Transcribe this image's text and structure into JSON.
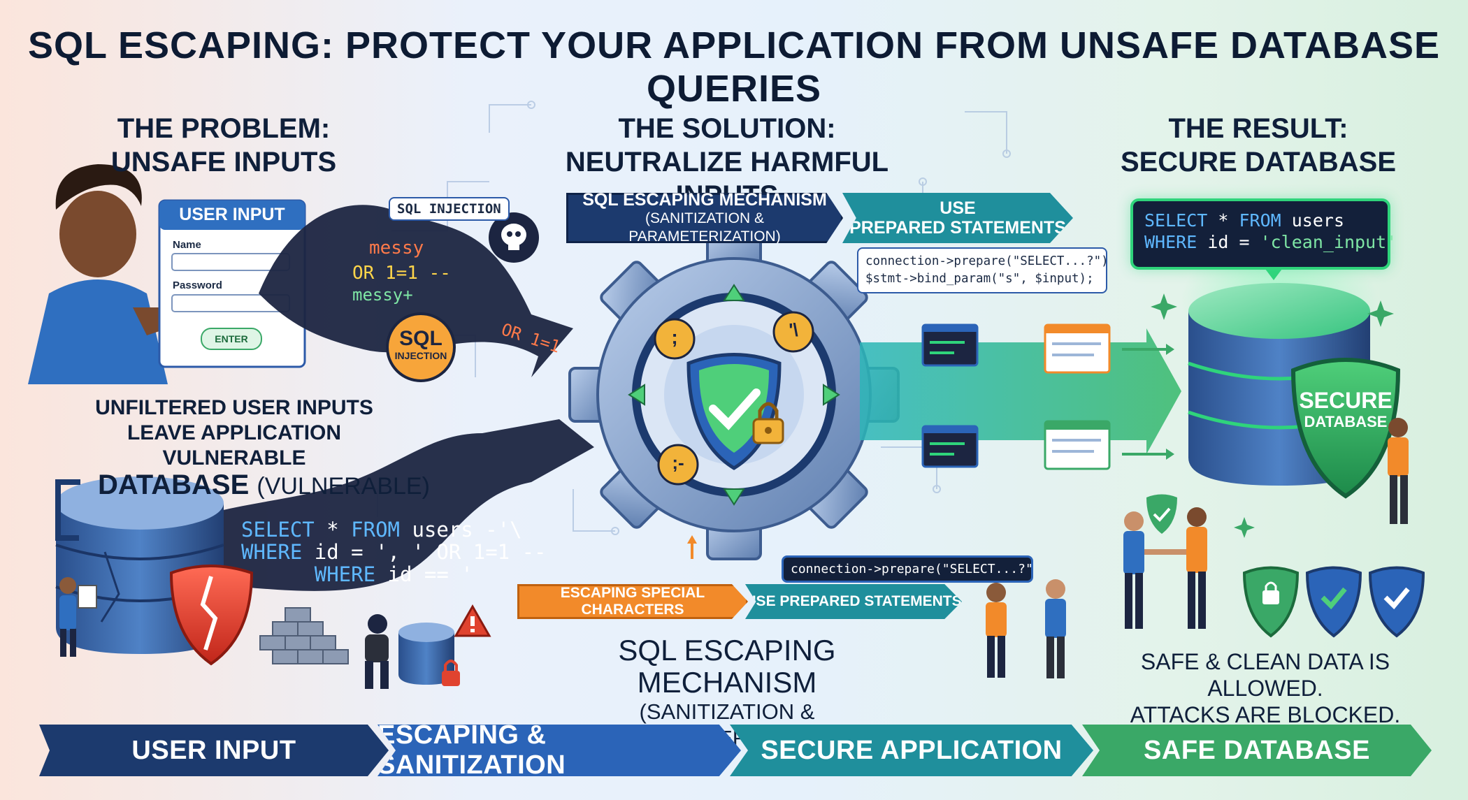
{
  "title": "SQL ESCAPING: PROTECT YOUR APPLICATION FROM UNSAFE DATABASE QUERIES",
  "problem": {
    "heading_line1": "THE PROBLEM:",
    "heading_line2": "UNSAFE INPUTS",
    "form": {
      "title": "USER INPUT",
      "name_label": "Name",
      "password_label": "Password",
      "enter_button": "ENTER"
    },
    "injection_bubble": "SQL INJECTION",
    "stream_text": [
      "messy",
      "OR 1=1 --",
      "messy+",
      "OR 1=1"
    ],
    "sql_badge_line1": "SQL",
    "sql_badge_line2": "INJECTION",
    "caption_line1": "UNFILTERED USER INPUTS",
    "caption_line2": "LEAVE APPLICATION VULNERABLE",
    "db_label_main": "DATABASE",
    "db_label_sub": "(VULNERABLE)",
    "vuln_code": {
      "line1_kw1": "SELECT",
      "line1_mid": " * ",
      "line1_kw2": "FROM",
      "line1_rest": " users -'\\",
      "line2_kw": "WHERE",
      "line2_rest": " id = ', ' OR 1=1 --",
      "line3_kw": "WHERE",
      "line3_rest": " id == '"
    }
  },
  "solution": {
    "heading_line1": "THE SOLUTION:",
    "heading_line2": "NEUTRALIZE HARMFUL INPUTS",
    "mech_tag_line1": "SQL ESCAPING MECHANISM",
    "mech_tag_line2": "(SANITIZATION & PARAMETERIZATION)",
    "prepared_tag_line1": "USE",
    "prepared_tag_line2": "PREPARED STATEMENTS",
    "code_line1": "connection->prepare(\"SELECT...?\")",
    "code_line2": "$stmt->bind_param(\"s\", $input);",
    "lower_code": "connection->prepare(\"SELECT...?\")",
    "escaping_tag": "ESCAPING SPECIAL CHARACTERS",
    "prepared_small_tag": "USE PREPARED STATEMENTS",
    "caption_line1": "SQL ESCAPING MECHANISM",
    "caption_line2": "(SANITIZATION & PARAMETERIZATION)",
    "gear_symbols": [
      ";",
      "'\\",
      ";-"
    ]
  },
  "result": {
    "heading_line1": "THE RESULT:",
    "heading_line2": "SECURE DATABASE",
    "code_kw1": "SELECT",
    "code_mid": " * ",
    "code_kw2": "FROM",
    "code_rest1": " users",
    "code_kw3": "WHERE",
    "code_rest2": " id = ",
    "code_str": "'clean_input'",
    "shield_line1": "SECURE",
    "shield_line2": "DATABASE",
    "caption_line1": "SAFE & CLEAN DATA IS ALLOWED.",
    "caption_line2": "ATTACKS ARE BLOCKED."
  },
  "flow_bar": [
    "USER INPUT",
    "ESCAPING & SANITIZATION",
    "SECURE APPLICATION",
    "SAFE DATABASE"
  ],
  "colors": {
    "navy": "#1c3a6e",
    "blue": "#2b64b8",
    "teal": "#1f8f9c",
    "green": "#3aa867",
    "danger": "#e0432f",
    "orange": "#f28a2a"
  },
  "icons": [
    "skull-icon",
    "shield-check-icon",
    "padlock-icon",
    "warning-icon",
    "broken-shield-icon",
    "gear-icon",
    "database-icon"
  ]
}
